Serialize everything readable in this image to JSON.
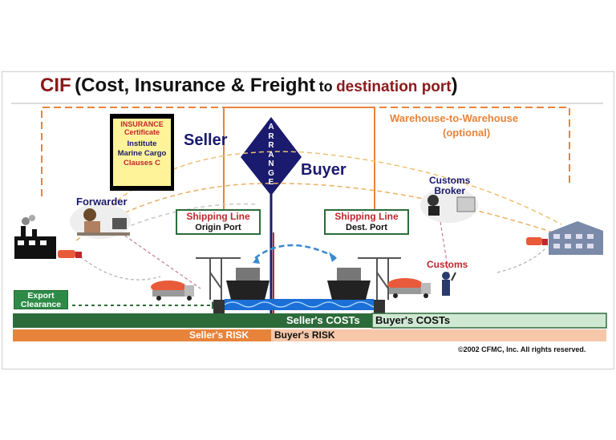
{
  "title": {
    "cif": "CIF",
    "open": "(Cost, Insurance & Freight",
    "to": "to",
    "destination": "destination port",
    "close": ")"
  },
  "labels": {
    "seller": "Seller",
    "buyer": "Buyer",
    "arrange": [
      "A",
      "R",
      "R",
      "A",
      "N",
      "G",
      "E"
    ],
    "warehouse": "Warehouse-to-Warehouse",
    "optional": "(optional)",
    "forwarder": "Forwarder",
    "customs_broker_1": "Customs",
    "customs_broker_2": "Broker",
    "customs": "Customs",
    "export_1": "Export",
    "export_2": "Clearance"
  },
  "insurance_certificate": {
    "line1": "INSURANCE",
    "line2": "Certificate",
    "line3": "Institute",
    "line4": "Marine Cargo",
    "line5": "Clauses C"
  },
  "origin_box": {
    "title": "Shipping Line",
    "sub": "Origin Port"
  },
  "dest_box": {
    "title": "Shipping Line",
    "sub": "Dest. Port"
  },
  "bars": {
    "seller_costs": "Seller's COSTs",
    "buyer_costs": "Buyer's COSTs",
    "seller_risk": "Seller's RISK",
    "buyer_risk": "Buyer's RISK"
  },
  "copyright": "©2002 CFMC, Inc. All rights reserved.",
  "colors": {
    "dark_red": "#8b1a1a",
    "navy": "#1a1a6e",
    "green": "#2d6b3a",
    "light_green": "#cfe8d2",
    "orange": "#e8833a",
    "light_orange": "#f6c7a8",
    "red": "#c0262c"
  }
}
